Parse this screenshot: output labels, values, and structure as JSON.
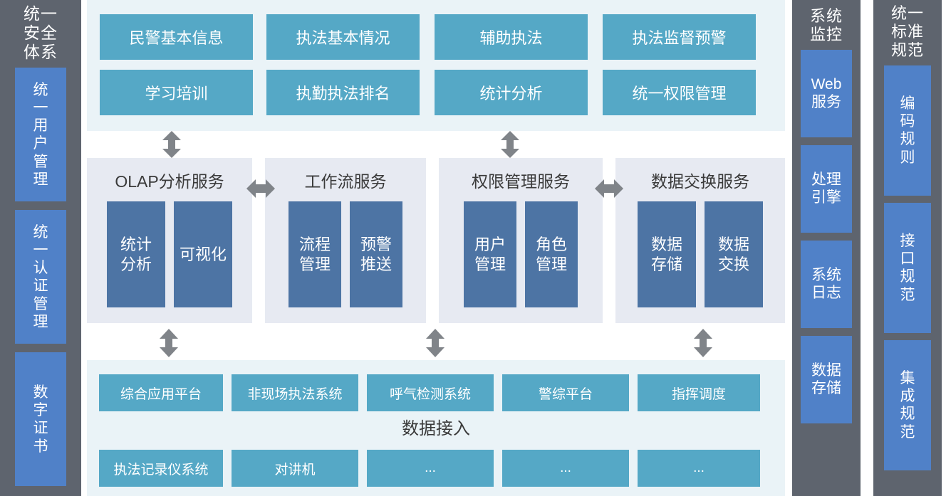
{
  "left_column": {
    "title": "统一\n安全\n体系",
    "items": [
      {
        "label": "统\n一\n用\n户\n管\n理"
      },
      {
        "label": "统\n一\n认\n证\n管\n理"
      },
      {
        "label": "数\n字\n证\n书"
      }
    ]
  },
  "application_layer": {
    "tiles": [
      {
        "label": "民警基本信息"
      },
      {
        "label": "执法基本情况"
      },
      {
        "label": "辅助执法"
      },
      {
        "label": "执法监督预警"
      },
      {
        "label": "学习培训"
      },
      {
        "label": "执勤执法排名"
      },
      {
        "label": "统计分析"
      },
      {
        "label": "统一权限管理"
      }
    ]
  },
  "service_layer": {
    "services": [
      {
        "title": "OLAP分析服务",
        "boxes": [
          {
            "label": "统计\n分析"
          },
          {
            "label": "可视化"
          }
        ]
      },
      {
        "title": "工作流服务",
        "boxes": [
          {
            "label": "流程\n管理"
          },
          {
            "label": "预警\n推送"
          }
        ]
      },
      {
        "title": "权限管理服务",
        "boxes": [
          {
            "label": "用户\n管理"
          },
          {
            "label": "角色\n管理"
          }
        ]
      },
      {
        "title": "数据交换服务",
        "boxes": [
          {
            "label": "数据\n存储"
          },
          {
            "label": "数据\n交换"
          }
        ]
      }
    ]
  },
  "data_layer": {
    "label": "数据接入",
    "row_top": [
      {
        "label": "综合应用平台"
      },
      {
        "label": "非现场执法系统"
      },
      {
        "label": "呼气检测系统"
      },
      {
        "label": "警综平台"
      },
      {
        "label": "指挥调度"
      }
    ],
    "row_bottom": [
      {
        "label": "执法记录仪系统"
      },
      {
        "label": "对讲机"
      },
      {
        "label": "..."
      },
      {
        "label": "..."
      },
      {
        "label": "..."
      }
    ]
  },
  "monitor_column": {
    "title": "系统\n监控",
    "items": [
      {
        "label": "Web\n服务"
      },
      {
        "label": "处理\n引擎"
      },
      {
        "label": "系统\n日志"
      },
      {
        "label": "数据\n存储"
      }
    ]
  },
  "standard_column": {
    "title": "统一\n标准\n规范",
    "items": [
      {
        "label": "编\n码\n规\n则"
      },
      {
        "label": "接\n口\n规\n范"
      },
      {
        "label": "集\n成\n规\n范"
      }
    ]
  },
  "colors": {
    "sidebar_bg": "#5e646e",
    "sidebar_box": "#5081c8",
    "panel_bg": "#eaf3f7",
    "tile_teal": "#55a8c6",
    "service_panel_bg": "#e7eaf2",
    "service_box_blue": "#4d74a4",
    "arrow_gray": "#808489"
  }
}
